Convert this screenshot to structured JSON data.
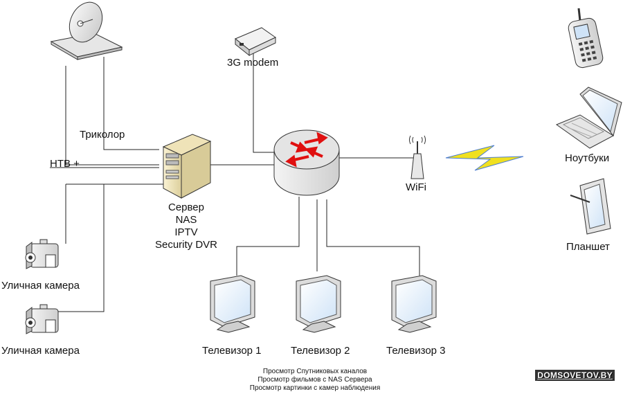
{
  "labels": {
    "modem": "3G modem",
    "tricolor": "Триколор",
    "ntv": "НТВ +",
    "server_lines": [
      "Сервер",
      "NAS",
      "IPTV",
      "Security DVR"
    ],
    "wifi": "WiFi",
    "laptops": "Ноутбуки",
    "tablet": "Планшет",
    "camera1": "Уличная камера",
    "camera2": "Уличная камера",
    "tv1": "Телевизор 1",
    "tv2": "Телевизор 2",
    "tv3": "Телевизор 3"
  },
  "caption": [
    "Просмотр Спутниковых каналов",
    "Просмотр фильмов с NAS Сервера",
    "Просмотр картинки с камер наблюдения"
  ],
  "watermark": "DOMSOVETOV.BY",
  "colors": {
    "line": "#222222",
    "router_arrows": "#e01010",
    "lightning": "#f0e020",
    "lightning_edge": "#4a7bd0",
    "device_body": "#e8e8e8",
    "server_body": "#f3e8c0",
    "screen": "#eaf4ff"
  },
  "icons": [
    "satellite-dish-icon",
    "modem-icon",
    "router-icon",
    "server-icon",
    "wifi-antenna-icon",
    "mobile-phone-icon",
    "laptop-icon",
    "tablet-icon",
    "camera-icon",
    "monitor-icon",
    "lightning-icon"
  ]
}
